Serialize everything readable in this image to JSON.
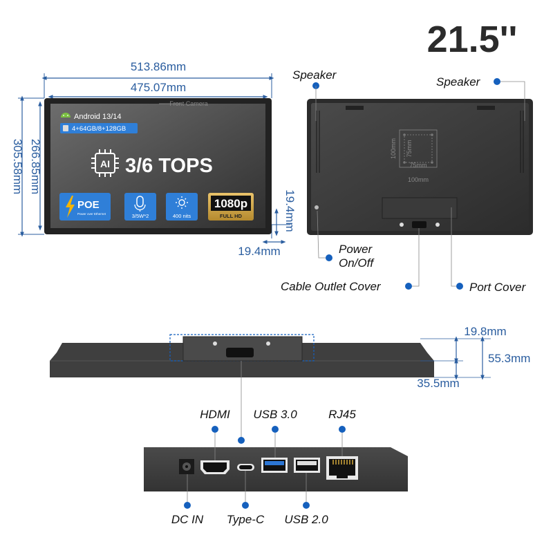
{
  "title": "21.5''",
  "colors": {
    "dimension": "#2a5d9f",
    "dot": "#1560bd",
    "device": "#3d3d3d"
  },
  "front": {
    "width_total": "513.86mm",
    "width_screen": "475.07mm",
    "height_total": "305.58mm",
    "height_screen": "266.85mm",
    "bezel_side": "19.4mm",
    "bezel_bottom": "19.4mm",
    "camera": "Front Camera",
    "os": "Android 13/14",
    "memory": "4+64GB/8+128GB",
    "ai_chip": "AI",
    "tops": "3/6 TOPS",
    "poe_title": "POE",
    "poe_sub": "Power over Ethernet",
    "speaker_spec": "3/5W*2",
    "brightness": "400 nits",
    "resolution": "1080p",
    "resolution_sub": "FULL HD"
  },
  "back": {
    "speaker_left": "Speaker",
    "speaker_right": "Speaker",
    "vesa_inner_w": "75mm",
    "vesa_inner_h": "75mm",
    "vesa_outer_w": "100mm",
    "vesa_outer_h": "100mm",
    "power_line1": "Power",
    "power_line2": "On/Off",
    "cable_cover": "Cable Outlet Cover",
    "port_cover": "Port Cover"
  },
  "side": {
    "top_thickness": "19.8mm",
    "total_thickness": "55.3mm",
    "cover_thickness": "35.5mm"
  },
  "ports": {
    "hdmi": "HDMI",
    "usb3": "USB 3.0",
    "rj45": "RJ45",
    "dc_in": "DC IN",
    "type_c": "Type-C",
    "usb2": "USB 2.0"
  }
}
